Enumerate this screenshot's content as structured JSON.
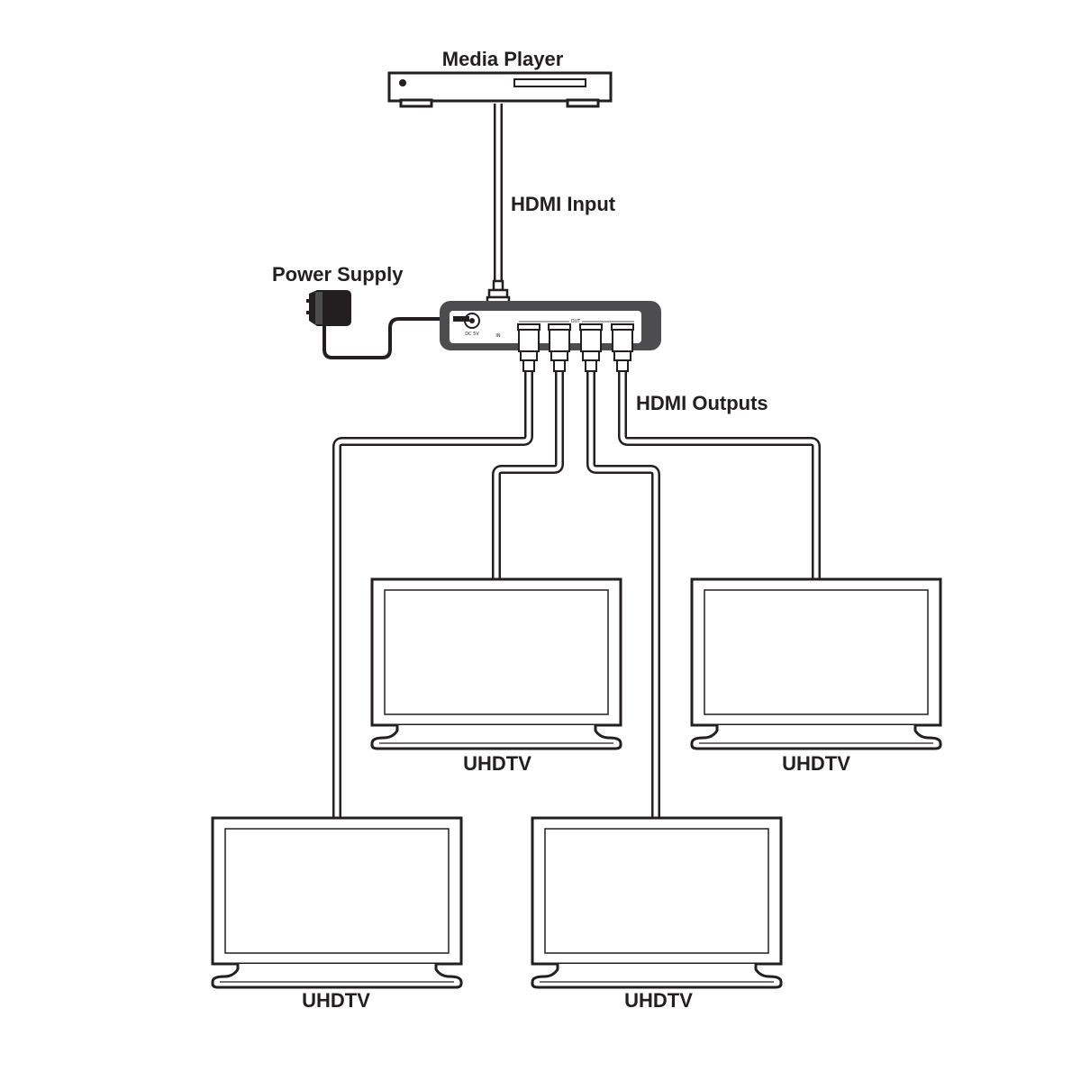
{
  "labels": {
    "source": "Media Player",
    "input": "HDMI Input",
    "power": "Power Supply",
    "outputs": "HDMI Outputs"
  },
  "device": {
    "dc_label": "DC 5V",
    "in_label": "IN",
    "out_label": "OUT"
  },
  "displays": [
    {
      "label": "UHDTV"
    },
    {
      "label": "UHDTV"
    },
    {
      "label": "UHDTV"
    },
    {
      "label": "UHDTV"
    }
  ],
  "colors": {
    "ink": "#231f20",
    "device_body": "#4d4d4f",
    "background": "#ffffff"
  }
}
